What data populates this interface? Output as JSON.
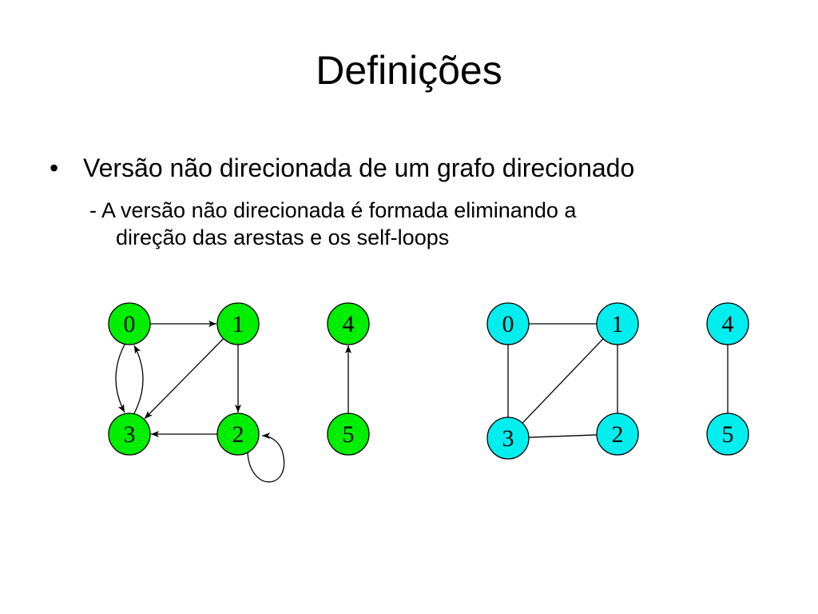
{
  "slide": {
    "title": "Definições",
    "bullet": {
      "marker": "•",
      "text": "Versão não direcionada de um grafo direcionado"
    },
    "sub_bullet": {
      "line1": "- A versão não direcionada é formada eliminando a",
      "line2": "direção das arestas e os self-loops"
    }
  },
  "colors": {
    "directed_node": "#00ee00",
    "undirected_node": "#00eeee",
    "stroke": "#000000"
  },
  "directed_graph": {
    "nodes": [
      "0",
      "1",
      "2",
      "3",
      "4",
      "5"
    ],
    "edges": [
      {
        "from": "0",
        "to": "1"
      },
      {
        "from": "0",
        "to": "3"
      },
      {
        "from": "3",
        "to": "0"
      },
      {
        "from": "1",
        "to": "3"
      },
      {
        "from": "1",
        "to": "2"
      },
      {
        "from": "2",
        "to": "3"
      },
      {
        "from": "2",
        "to": "2"
      },
      {
        "from": "5",
        "to": "4"
      }
    ]
  },
  "undirected_graph": {
    "nodes": [
      "0",
      "1",
      "2",
      "3",
      "4",
      "5"
    ],
    "edges": [
      {
        "a": "0",
        "b": "1"
      },
      {
        "a": "0",
        "b": "3"
      },
      {
        "a": "1",
        "b": "3"
      },
      {
        "a": "1",
        "b": "2"
      },
      {
        "a": "2",
        "b": "3"
      },
      {
        "a": "4",
        "b": "5"
      }
    ]
  }
}
